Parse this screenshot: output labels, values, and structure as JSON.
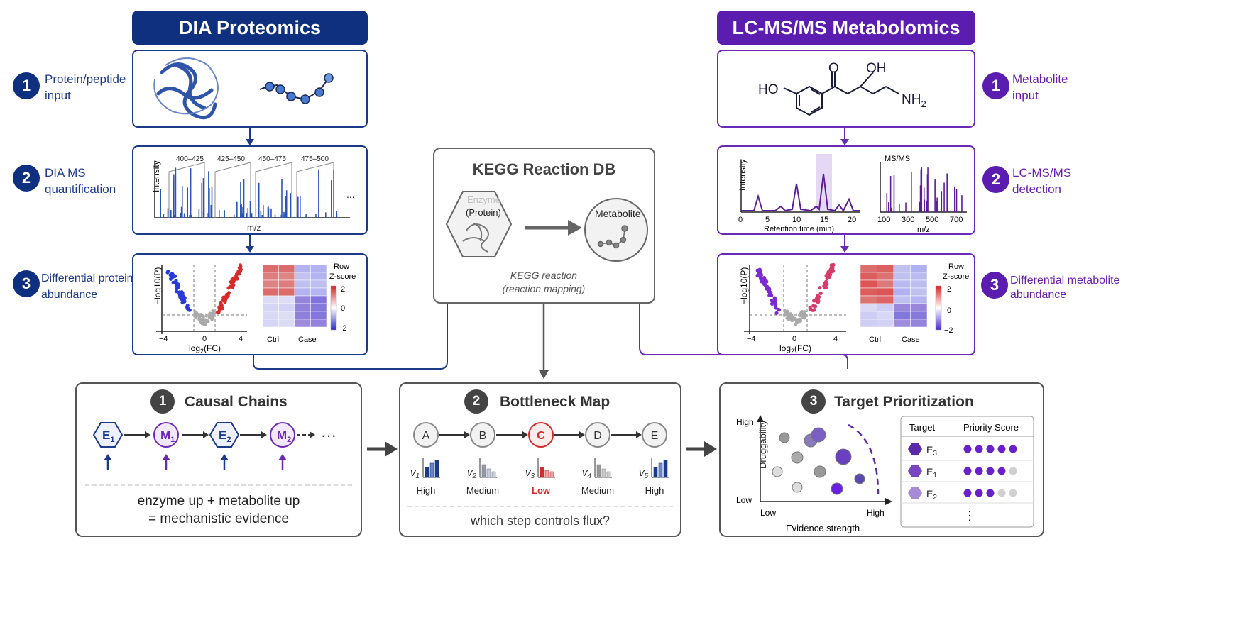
{
  "left": {
    "header": "DIA Proteomics",
    "color": "#0f2f7f",
    "steps": [
      {
        "num": "1",
        "label": "Protein/peptide\ninput"
      },
      {
        "num": "2",
        "label": "DIA MS\nquantification"
      },
      {
        "num": "3",
        "label": "Differential protein\nabundance"
      }
    ],
    "ms": {
      "windows": [
        "400–425",
        "425–450",
        "450–475",
        "475–500"
      ],
      "ylabel": "Intensity",
      "xlabel": "m/z",
      "ellipsis": "..."
    },
    "volcano": {
      "ylabel": "−log10(P)",
      "xlabel": "log2(FC)",
      "ticks": [
        "−4",
        "0",
        "4"
      ]
    },
    "heatmap": {
      "title": "Row\nZ-score",
      "cols": [
        "Ctrl",
        "Case"
      ],
      "scale": [
        "2",
        "0",
        "−2"
      ]
    }
  },
  "right": {
    "header": "LC-MS/MS Metabolomics",
    "color": "#5b1db0",
    "steps": [
      {
        "num": "1",
        "label": "Metabolite\ninput"
      },
      {
        "num": "2",
        "label": "LC-MS/MS\ndetection"
      },
      {
        "num": "3",
        "label": "Differential metabolite\nabundance"
      }
    ],
    "molecule": {
      "ho": "HO",
      "o": "O",
      "oh": "OH",
      "nh2": "NH2"
    },
    "chrom": {
      "ylabel": "Intensity",
      "xlabel": "Retention time (min)",
      "ticks": [
        "0",
        "5",
        "10",
        "15",
        "20"
      ]
    },
    "msms": {
      "title": "MS/MS",
      "xlabel": "m/z",
      "ticks": [
        "100",
        "300",
        "500",
        "700"
      ]
    },
    "volcano": {
      "ylabel": "−log10(P)",
      "xlabel": "log2(FC)",
      "ticks": [
        "−4",
        "0",
        "4"
      ]
    },
    "heatmap": {
      "title": "Row\nZ-score",
      "cols": [
        "Ctrl",
        "Case"
      ],
      "scale": [
        "2",
        "0",
        "−2"
      ]
    }
  },
  "kegg": {
    "title": "KEGG Reaction DB",
    "enzyme_faint": "Enzyme",
    "enzyme": "(Protein)",
    "metabolite": "Metabolite",
    "caption1": "KEGG reaction",
    "caption2": "(reaction mapping)"
  },
  "causal": {
    "num": "1",
    "title": "Causal Chains",
    "nodes": [
      {
        "letter": "E",
        "sub": "1",
        "kind": "enzyme"
      },
      {
        "letter": "M",
        "sub": "1",
        "kind": "metabolite"
      },
      {
        "letter": "E",
        "sub": "2",
        "kind": "enzyme"
      },
      {
        "letter": "M",
        "sub": "2",
        "kind": "metabolite"
      }
    ],
    "ellipsis": "···",
    "text1": "enzyme up + metabolite up",
    "text2": "= mechanistic evidence"
  },
  "bottleneck": {
    "num": "2",
    "title": "Bottleneck Map",
    "nodes": [
      {
        "label": "A",
        "v": "v",
        "sub": "1",
        "level": "High",
        "color": "#1b3a8a"
      },
      {
        "label": "B",
        "v": "v",
        "sub": "2",
        "level": "Medium",
        "color": "#6a7fb8"
      },
      {
        "label": "C",
        "v": "v",
        "sub": "3",
        "level": "Low",
        "color": "#d42a2a"
      },
      {
        "label": "D",
        "v": "v",
        "sub": "4",
        "level": "Medium",
        "color": "#888888"
      },
      {
        "label": "E",
        "v": "v",
        "sub": "5",
        "level": "High",
        "color": "#1b3a8a"
      }
    ],
    "question": "which step controls flux?"
  },
  "target": {
    "num": "3",
    "title": "Target Prioritization",
    "ylabel": "Druggability",
    "xlabel": "Evidence strength",
    "yhigh": "High",
    "ylow": "Low",
    "xlow": "Low",
    "xhigh": "High",
    "table_headers": [
      "Target",
      "Priority Score"
    ],
    "rows": [
      {
        "letter": "E",
        "sub": "3",
        "score": 5,
        "color": "#5b2aa8"
      },
      {
        "letter": "E",
        "sub": "1",
        "score": 4,
        "color": "#7a45c0"
      },
      {
        "letter": "E",
        "sub": "2",
        "score": 3,
        "color": "#a78ad6"
      }
    ],
    "more": "⋮"
  }
}
